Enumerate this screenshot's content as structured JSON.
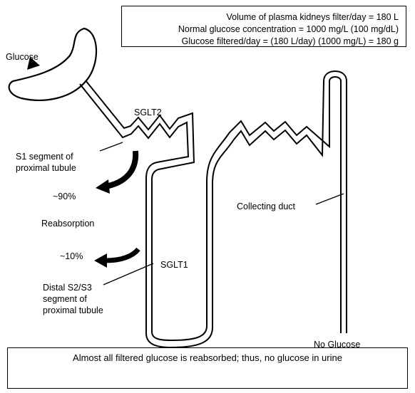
{
  "info_box": {
    "line1": "Volume of plasma kidneys filter/day = 180 L",
    "line2": "Normal glucose concentration = 1000 mg/L (100 mg/dL)",
    "line3": "Glucose filtered/day = (180 L/day) (1000 mg/L) = 180 g"
  },
  "labels": {
    "glucose": "Glucose",
    "sglt2": "SGLT2",
    "s1_segment_line1": "S1 segment of",
    "s1_segment_line2": "proximal tubule",
    "percent_90": "~90%",
    "reabsorption": "Reabsorption",
    "percent_10": "~10%",
    "sglt1": "SGLT1",
    "distal_line1": "Distal S2/S3",
    "distal_line2": "segment of",
    "distal_line3": "proximal tubule",
    "collecting_duct": "Collecting duct",
    "no_glucose": "No Glucose"
  },
  "conclusion": "Almost all filtered glucose is reabsorbed; thus, no glucose in urine"
}
